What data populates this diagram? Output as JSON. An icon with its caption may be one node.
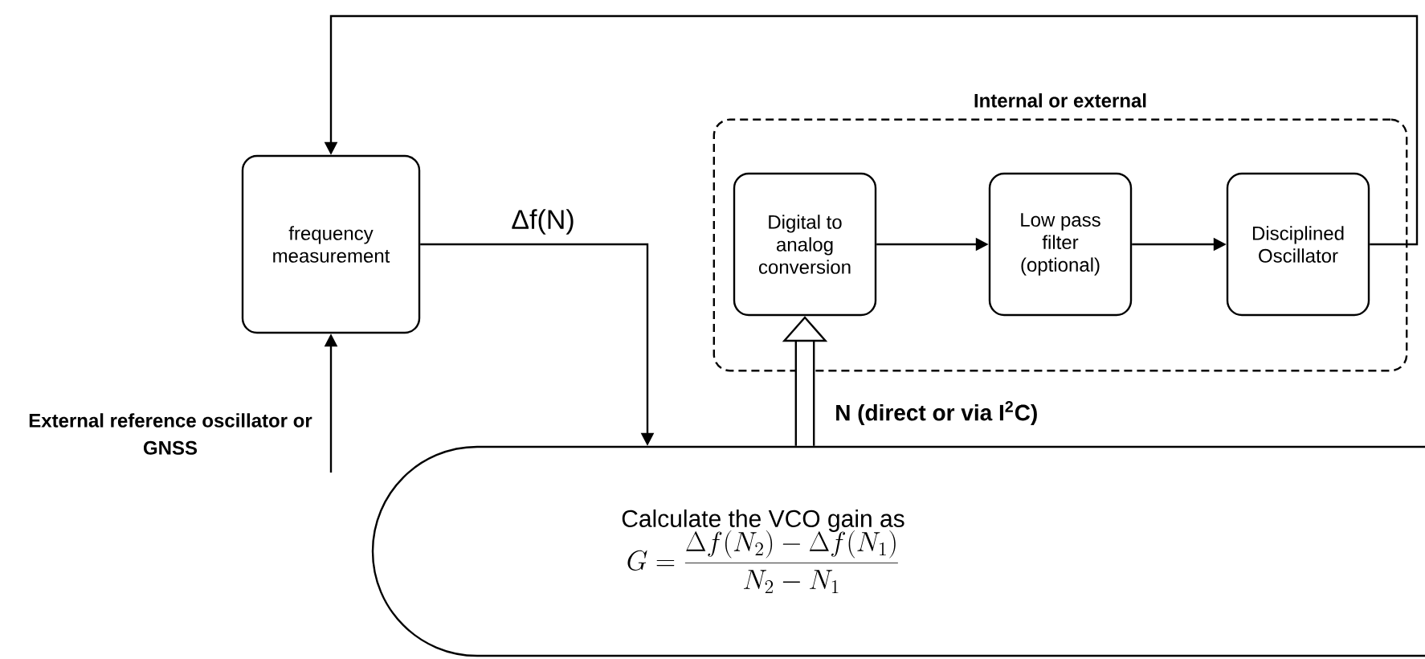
{
  "diagram": {
    "nodes": [
      {
        "text": [
          "frequency measurement"
        ]
      },
      {
        "text": [
          "Internal or external"
        ]
      },
      {
        "text": [
          "Digital to analog conversion"
        ],
        "in": 1
      },
      {
        "text": [
          "Low pass filter (optional)"
        ],
        "in": 1
      },
      {
        "text": [
          "Disciplined Oscillator"
        ],
        "in": 1
      },
      {
        "text": [
          "Calculate the VCO gain as",
          "G=\\frac{\\Delta f(N_2)-\\Delta f(N_1)}{N_2-N_1}"
        ]
      },
      {
        "text": [
          "External reference oscillator or GNSS"
        ]
      }
    ],
    "edges": [
      {
        "from": 2,
        "to": 3,
        "arrow": "to"
      },
      {
        "from": 3,
        "to": 4,
        "arrow": "to"
      },
      {
        "from": 4,
        "to": 0,
        "arrow": "to"
      },
      {
        "from": 6,
        "to": 0,
        "arrow": "to"
      },
      {
        "from": 0,
        "to": 5,
        "arrow": "to",
        "label": "Δf(N)"
      },
      {
        "from": 5,
        "to": 2,
        "arrow": "to",
        "style": "thick",
        "label": "N (direct or via I$^{2}$C)"
      }
    ]
  }
}
